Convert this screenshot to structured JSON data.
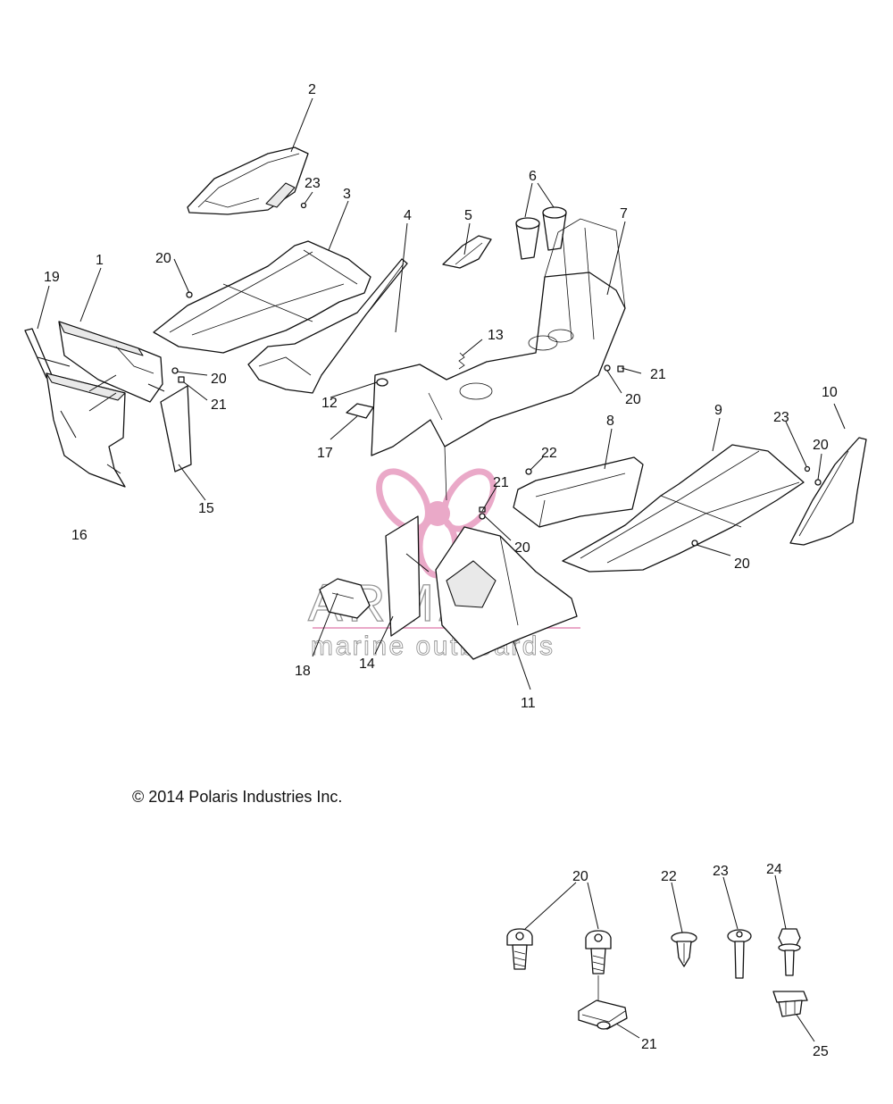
{
  "copyright": "© 2014 Polaris Industries Inc.",
  "watermark": {
    "brand": "ARMADA",
    "tagline": "marine outboards",
    "accent_color": "#e8a0c3"
  },
  "callouts": {
    "c1": "1",
    "c2": "2",
    "c3": "3",
    "c4": "4",
    "c5": "5",
    "c6": "6",
    "c7": "7",
    "c8": "8",
    "c9": "9",
    "c10": "10",
    "c11": "11",
    "c12": "12",
    "c13": "13",
    "c14": "14",
    "c15": "15",
    "c16": "16",
    "c17": "17",
    "c18": "18",
    "c19": "19",
    "c20": "20",
    "c21": "21",
    "c22": "22",
    "c23": "23",
    "c24": "24",
    "c25": "25"
  },
  "detail_callouts": {
    "d20": "20",
    "d21": "21",
    "d22": "22",
    "d23": "23",
    "d24": "24",
    "d25": "25"
  }
}
